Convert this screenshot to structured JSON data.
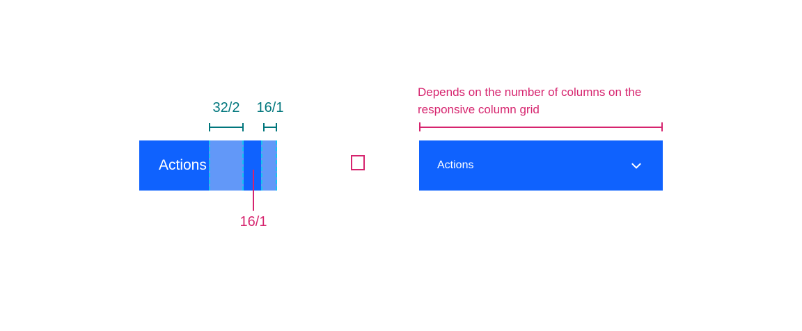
{
  "colors": {
    "button_blue": "#0f62fe",
    "overlay_blue": "#6298f8",
    "dash_cyan": "#17c2f2",
    "teal": "#00767c",
    "magenta": "#d6246e"
  },
  "left_spec": {
    "button": {
      "label": "Actions"
    },
    "annotations": {
      "padding_32_label": "32/2",
      "padding_16_label": "16/1",
      "icon_size_label": "16/1"
    }
  },
  "right_spec": {
    "button": {
      "label": "Actions"
    },
    "annotations": {
      "width_note": "Depends on the number of columns on the responsive column grid"
    }
  }
}
